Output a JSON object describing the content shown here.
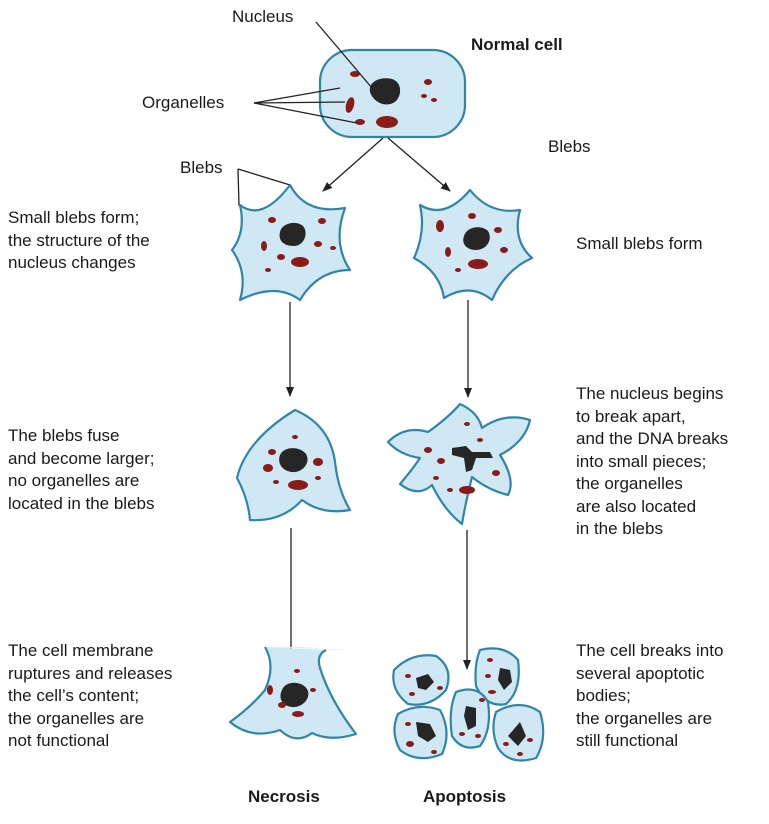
{
  "labels": {
    "nucleus": "Nucleus",
    "normal_cell": "Normal cell",
    "organelles": "Organelles",
    "blebs_left": "Blebs",
    "blebs_right": "Blebs",
    "necrosis_step1": "Small blebs form;\nthe structure of the\nnucleus changes",
    "apoptosis_step1": "Small blebs form",
    "necrosis_step2": "The blebs fuse\nand become larger;\nno organelles are\nlocated in the blebs",
    "apoptosis_step2": "The nucleus begins\nto break apart,\nand the DNA breaks\ninto small pieces;\nthe organelles\nare also located\nin the blebs",
    "necrosis_step3": "The cell membrane\nruptures and releases\nthe cell’s content;\nthe organelles are\nnot functional",
    "apoptosis_step3": "The cell breaks into\nseveral apoptotic\nbodies;\nthe organelles are\nstill functional",
    "necrosis_title": "Necrosis",
    "apoptosis_title": "Apoptosis"
  },
  "colors": {
    "cytoplasm": "#cfe8f3",
    "membrane": "#2f86a8",
    "organelle": "#8b1a1a",
    "nucleus": "#262626"
  }
}
